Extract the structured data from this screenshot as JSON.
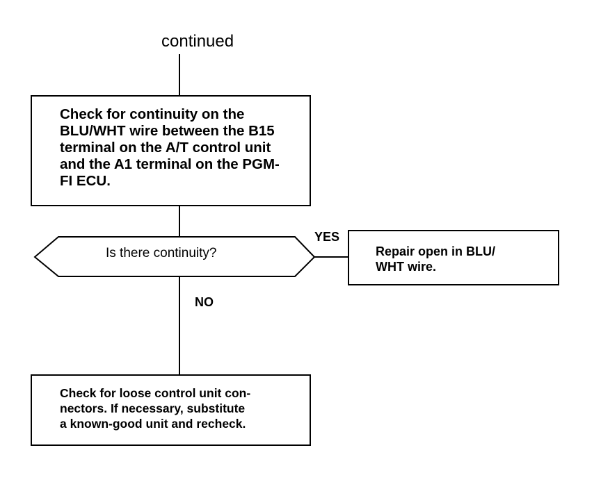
{
  "flow": {
    "continued": "continued",
    "step1": {
      "lines": [
        "Check for continuity on the",
        "BLU/WHT wire between the B15",
        "terminal on the A/T control unit",
        "and the A1 terminal on the PGM-",
        "FI ECU."
      ]
    },
    "decision": "Is there continuity?",
    "yes_label": "YES",
    "no_label": "NO",
    "yes_action": {
      "lines": [
        "Repair open in BLU/",
        "WHT wire."
      ]
    },
    "no_action": {
      "lines": [
        "Check for loose control unit con-",
        "nectors. If necessary, substitute",
        "a known-good unit and recheck."
      ]
    }
  }
}
